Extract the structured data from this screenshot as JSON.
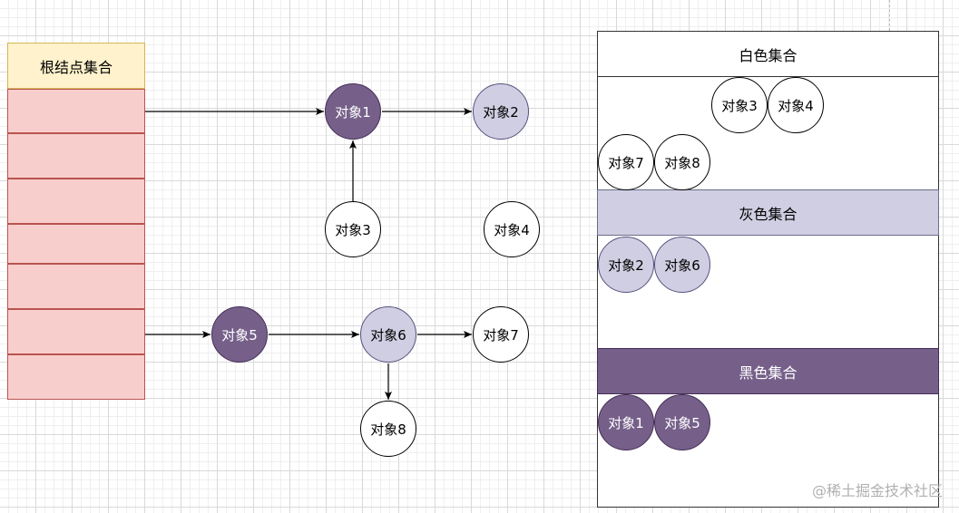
{
  "root_set": {
    "title": "根结点集合",
    "rows": 7
  },
  "nodes": {
    "obj1": "对象1",
    "obj2": "对象2",
    "obj3": "对象3",
    "obj4": "对象4",
    "obj5": "对象5",
    "obj6": "对象6",
    "obj7": "对象7",
    "obj8": "对象8"
  },
  "sets": {
    "white": {
      "title": "白色集合",
      "members": [
        "对象3",
        "对象4",
        "对象7",
        "对象8"
      ]
    },
    "gray": {
      "title": "灰色集合",
      "members": [
        "对象2",
        "对象6"
      ]
    },
    "black": {
      "title": "黑色集合",
      "members": [
        "对象1",
        "对象5"
      ]
    }
  },
  "watermark": "@稀土掘金技术社区",
  "colors": {
    "white_fill": "#ffffff",
    "gray_fill": "#d0cee2",
    "black_fill": "#76608a",
    "root_header_fill": "#fff2cc",
    "root_row_fill": "#f8cecc"
  }
}
